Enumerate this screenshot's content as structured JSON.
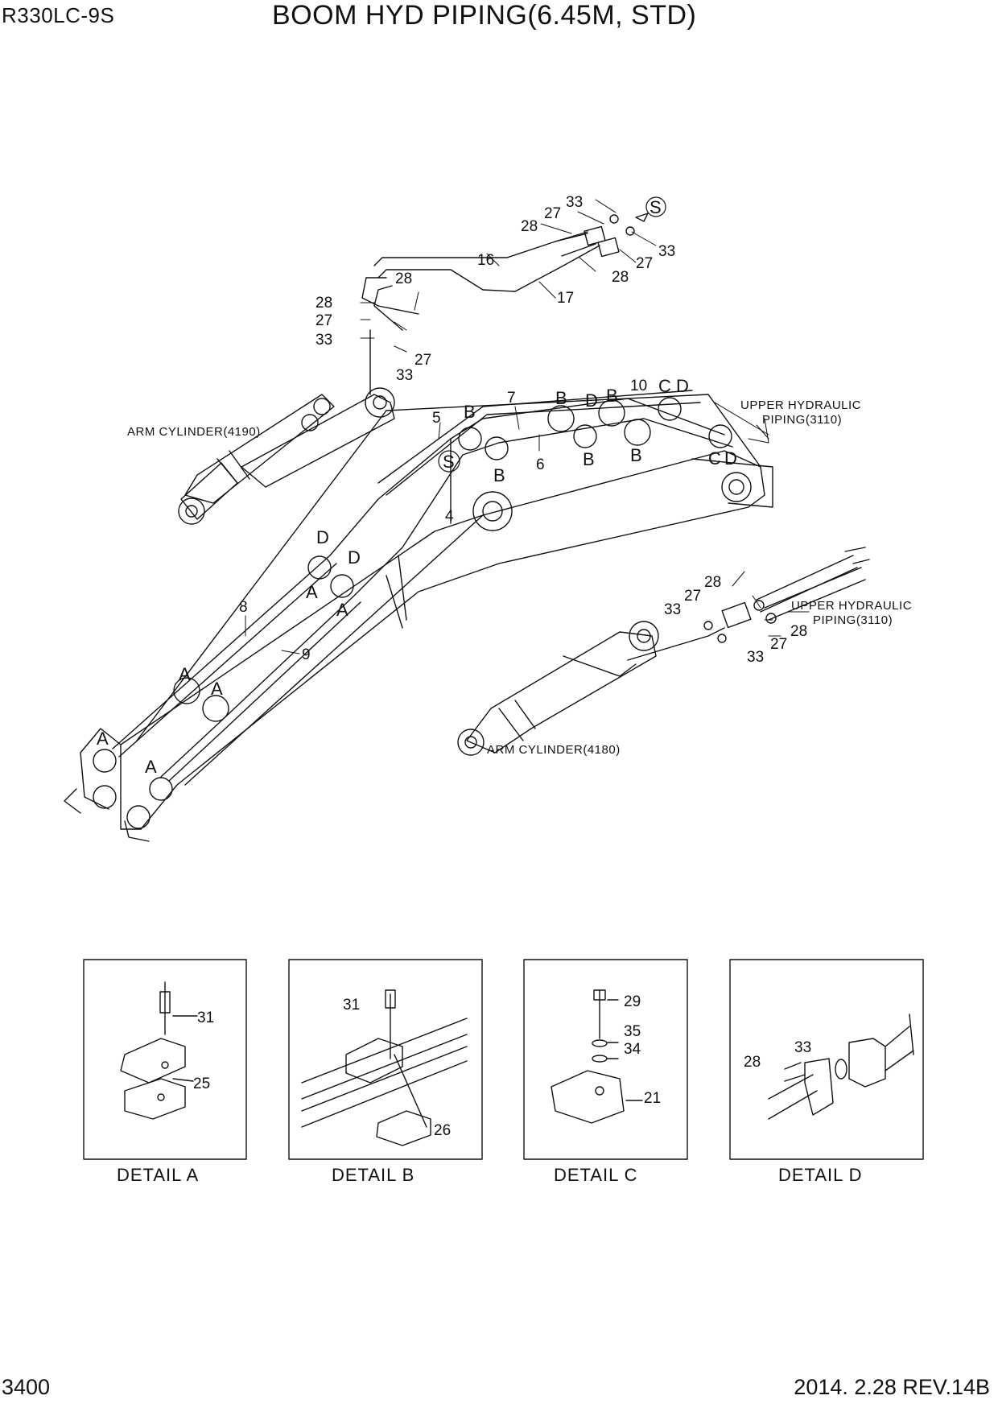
{
  "header": {
    "model": "R330LC-9S",
    "title": "BOOM HYD PIPING(6.45M, STD)"
  },
  "footer": {
    "page_number": "3400",
    "revision": "2014. 2.28  REV.14B"
  },
  "notes": {
    "arm_cylinder_left": "ARM CYLINDER(4190)",
    "arm_cylinder_right": "ARM CYLINDER(4180)",
    "upper_hydraulic_top_1": "UPPER HYDRAULIC",
    "upper_hydraulic_top_2": "PIPING(3110)",
    "upper_hydraulic_right_1": "UPPER HYDRAULIC",
    "upper_hydraulic_right_2": "PIPING(3110)"
  },
  "callouts": {
    "c33a": "33",
    "c27a": "27",
    "c28a": "28",
    "cS1": "S",
    "c33b": "33",
    "c27b": "27",
    "c28b": "28",
    "c16": "16",
    "c17": "17",
    "c28c": "28",
    "c28d": "28",
    "c27c": "27",
    "c33c": "33",
    "c27d": "27",
    "c33d": "33",
    "c7": "7",
    "cB1": "B",
    "cD1": "D",
    "cB2": "B",
    "c10": "10",
    "cC1": "C",
    "cD2": "D",
    "c5": "5",
    "cB3": "B",
    "cS2": "S",
    "cB4": "B",
    "c6": "6",
    "cB5": "B",
    "cB6": "B",
    "cC2": "C",
    "cD3": "D",
    "c4": "4",
    "cD4": "D",
    "cD5": "D",
    "cA1": "A",
    "cA2": "A",
    "c8": "8",
    "c9": "9",
    "cA3": "A",
    "cA4": "A",
    "cA5": "A",
    "cA6": "A",
    "c28e": "28",
    "c27e": "27",
    "c33e": "33",
    "c28f": "28",
    "c27f": "27",
    "c33f": "33"
  },
  "details": [
    {
      "label": "DETAIL  A",
      "parts": [
        "31",
        "25"
      ]
    },
    {
      "label": "DETAIL  B",
      "parts": [
        "31",
        "26"
      ]
    },
    {
      "label": "DETAIL  C",
      "parts": [
        "29",
        "35",
        "34",
        "21"
      ]
    },
    {
      "label": "DETAIL  D",
      "parts": [
        "33",
        "28"
      ]
    }
  ]
}
